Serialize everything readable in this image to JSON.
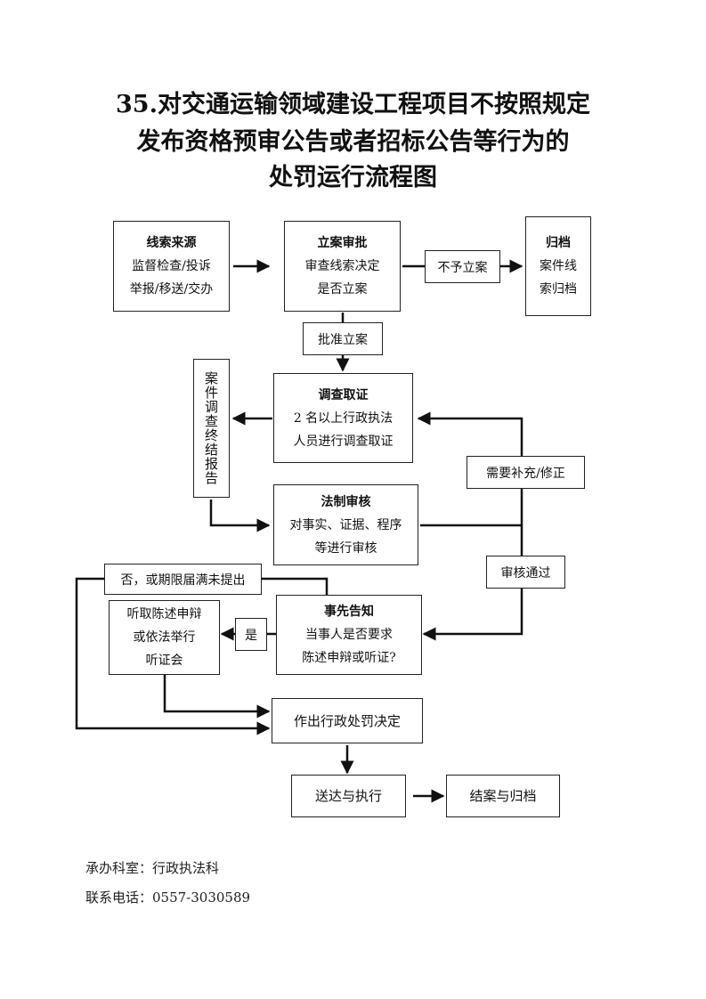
{
  "title": {
    "line1": "35.对交通运输领域建设工程项目不按照规定",
    "line2": "发布资格预审公告或者招标公告等行为的",
    "line3": "处罚运行流程图"
  },
  "nodes": {
    "source": {
      "heading": "线索来源",
      "line1": "监督检查/投诉",
      "line2": "举报/移送/交办"
    },
    "approval": {
      "heading": "立案审批",
      "line1": "审查线索决定",
      "line2": "是否立案"
    },
    "archive_clue": {
      "heading": "归档",
      "line1": "案件线",
      "line2": "索归档"
    },
    "investigation": {
      "heading": "调查取证",
      "line1": "2 名以上行政执法",
      "line2": "人员进行调查取证"
    },
    "report": {
      "text": "案件调查终结报告"
    },
    "legal_review": {
      "heading": "法制审核",
      "line1": "对事实、证据、程序",
      "line2": "等进行审核"
    },
    "notice": {
      "heading": "事先告知",
      "line1": "当事人是否要求",
      "line2": "陈述申辩或听证?"
    },
    "hearing": {
      "line1": "听取陈述申辩",
      "line2": "或依法举行",
      "line3": "听证会"
    },
    "decision": {
      "text": "作出行政处罚决定"
    },
    "execution": {
      "text": "送达与执行"
    },
    "close": {
      "text": "结案与归档"
    }
  },
  "edge_labels": {
    "not_filed": "不予立案",
    "filed": "批准立案",
    "need_supplement": "需要补充/修正",
    "review_passed": "审核通过",
    "yes": "是",
    "no_or_expired": "否，或期限届满未提出"
  },
  "footer": {
    "department": "承办科室：行政执法科",
    "phone": "联系电话：0557-3030589"
  }
}
